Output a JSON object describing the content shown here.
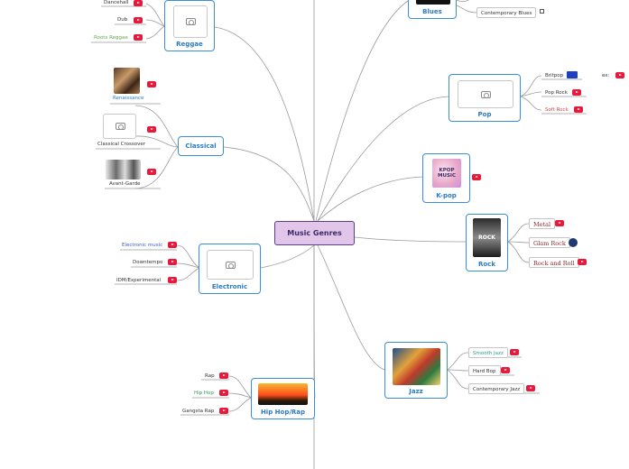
{
  "root": {
    "label": "Music Genres"
  },
  "reggae": {
    "label": "Reggae",
    "children": [
      "Dancehall",
      "Dub",
      "Roots Reggae"
    ]
  },
  "classical": {
    "label": "Classical",
    "children": [
      "Renaissance",
      "Classical Crossover",
      "Avant-Garde"
    ]
  },
  "electronic": {
    "label": "Electronic",
    "children": [
      "Electronic music",
      "Downtempo",
      "IDM/Experimental"
    ]
  },
  "hiphop": {
    "label": "Hip Hop/Rap",
    "children": [
      "Rap",
      "Hip Hop",
      "Gangsta Rap"
    ]
  },
  "blues": {
    "label": "Blues",
    "children": [
      "Contemporary Blues"
    ]
  },
  "pop": {
    "label": "Pop",
    "children": [
      "Britpop",
      "Pop Rock",
      "Soft Rock"
    ],
    "extra": "ex:"
  },
  "kpop": {
    "label": "K-pop",
    "image_text": "KPOP MUSIC"
  },
  "rock": {
    "label": "Rock",
    "image_text": "ROCK",
    "children": [
      "Metal",
      "Glam Rock",
      "Rock and Roll"
    ]
  },
  "jazz": {
    "label": "Jazz",
    "children": [
      "Smooth Jazz",
      "Hard Bop",
      "Contemporary Jazz"
    ]
  },
  "colors": {
    "link": "#9a9a9a",
    "node_border": "#3a8fd6",
    "root_fill": "#e2c6ea",
    "root_border": "#5b3c88",
    "youtube": "#e8193c",
    "roots_reggae_text": "#6aa84f",
    "electronic_music_text": "#3b5bdb",
    "hiphop_text": "#2e9e58",
    "soft_rock_text": "#e0474c",
    "smooth_jazz_text": "#2a9d8f",
    "rock_children_text": "#8b2a2a"
  },
  "icons": [
    "youtube-icon",
    "camera-icon",
    "external-link-icon",
    "deezer-icon",
    "gravatar-icon"
  ]
}
